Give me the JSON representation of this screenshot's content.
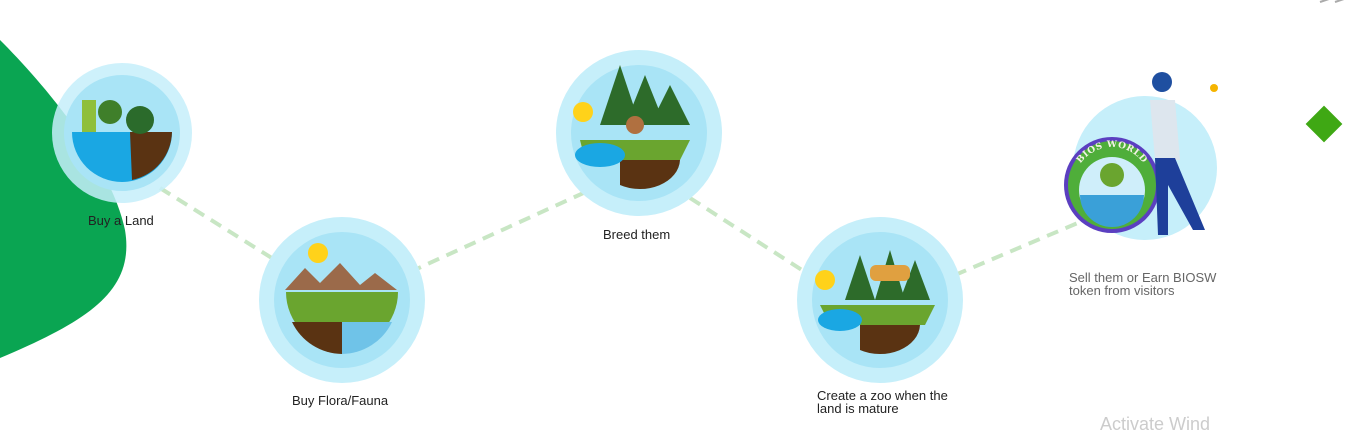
{
  "steps": [
    {
      "label": "Buy a Land"
    },
    {
      "label": "Buy Flora/Fauna"
    },
    {
      "label": "Breed them"
    },
    {
      "label": "Create a zoo when the",
      "label2": "land is mature"
    },
    {
      "label": "Sell them or Earn BIOSW",
      "label2": "token from visitors",
      "badge_text": "BIOS WORLD"
    }
  ],
  "watermark": "Activate Wind",
  "colors": {
    "blob": "#0aa552",
    "diamond": "#3fa814",
    "dash": "#c8e6c4",
    "halo": "#c6effa"
  }
}
